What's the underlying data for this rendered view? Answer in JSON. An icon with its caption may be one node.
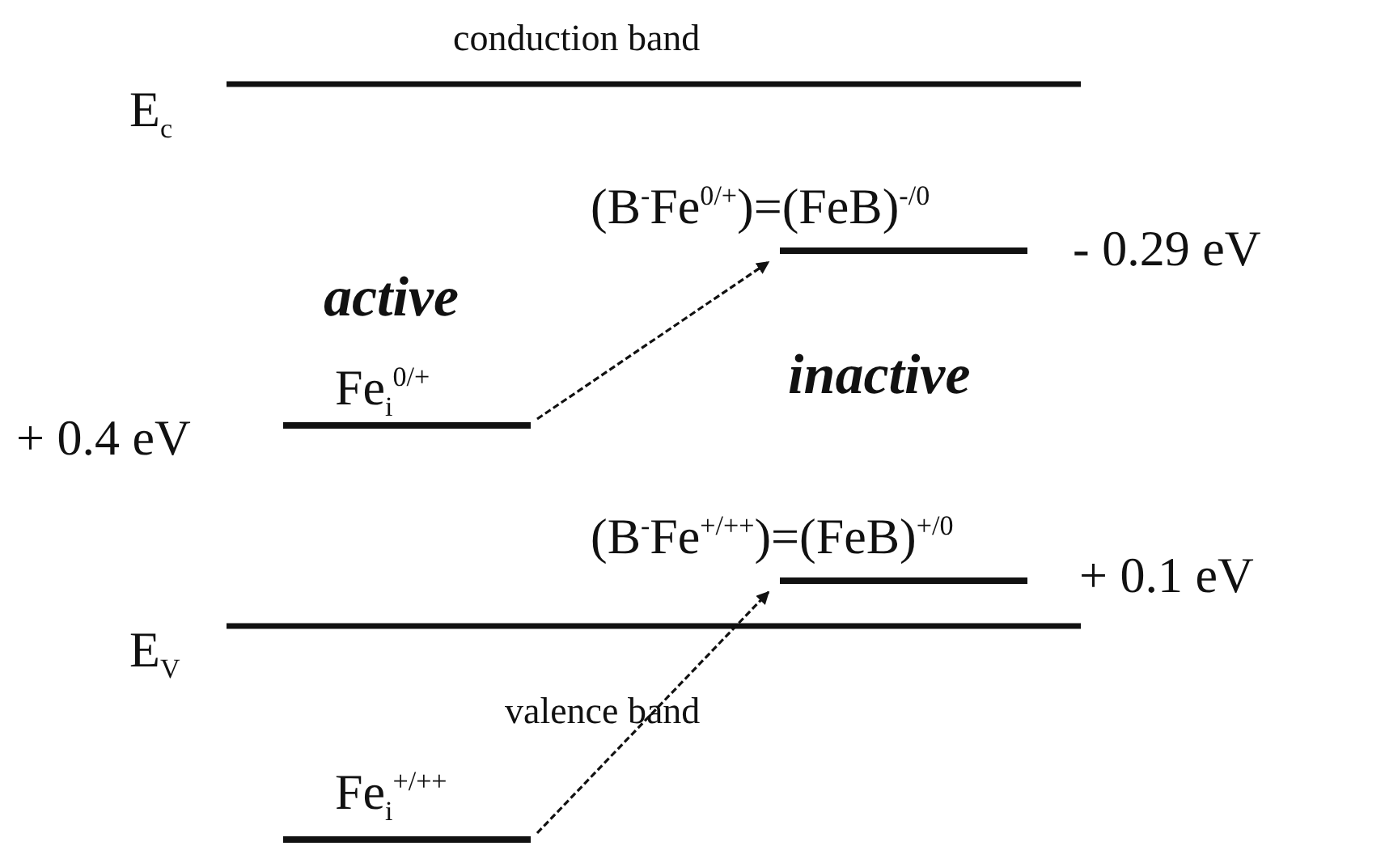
{
  "diagram": {
    "nodes": [
      {
        "text": [
          "(B$^{-}$Fe$^{0/+}$)=(FeB)$^{-/0}$"
        ],
        "beside": [
          "- 0.29 eV"
        ]
      },
      {
        "text": [
          "Fe$_{i}$$^{0/+}$"
        ],
        "beside": [
          "+ 0.4 eV"
        ]
      },
      {
        "text": [
          "(B$^{-}$Fe$^{+/++}$)=(FeB)$^{+/0}$"
        ],
        "beside": [
          "+ 0.1 eV"
        ]
      },
      {
        "text": [
          "Fe$_{i}$$^{+/++}$"
        ]
      }
    ],
    "edges": [
      {
        "from": 1,
        "to": 0,
        "arrow": "to",
        "style": "dashed"
      },
      {
        "from": 3,
        "to": 2,
        "arrow": "to",
        "style": "dashed"
      }
    ],
    "labels": [
      "conduction band",
      "E$_{c}$",
      "active",
      "inactive",
      "E$_{V}$",
      "valence band"
    ]
  }
}
